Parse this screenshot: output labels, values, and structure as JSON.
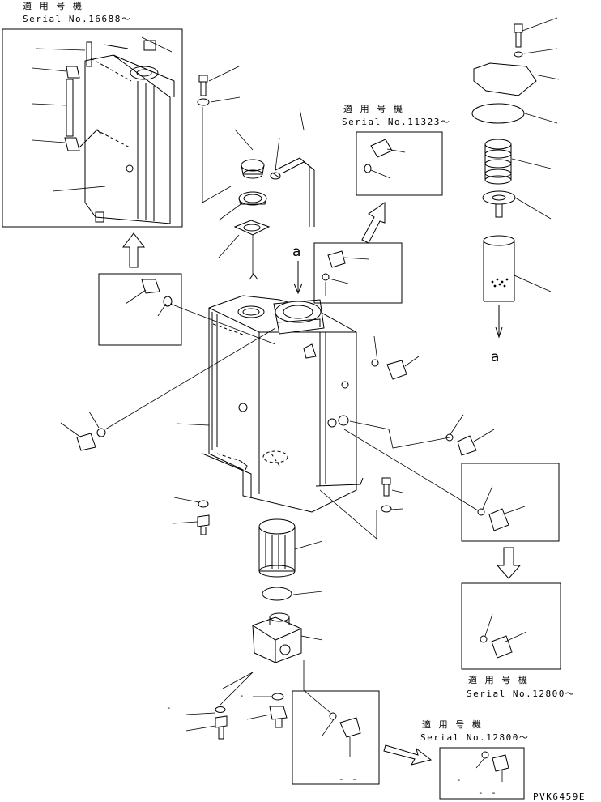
{
  "drawing": {
    "code": "PVK6459E",
    "callout_letter": "a",
    "serial_note_prefix": "適用号機"
  },
  "notes": [
    {
      "id": "n1",
      "jp": "適 用 号 機",
      "serial": "Serial No.16688～"
    },
    {
      "id": "n2",
      "jp": "適 用 号 機",
      "serial": "Serial No.11323～"
    },
    {
      "id": "n3",
      "jp": "適 用 号 機",
      "serial": "Serial No.12800～"
    },
    {
      "id": "n4",
      "jp": "適 用 号 機",
      "serial": "Serial No.12800～"
    }
  ],
  "labels": {
    "a_top": "a",
    "a_filter": "a",
    "dashes_bottom_left": "- -",
    "dashes_small": "-",
    "dashes_box": "- -",
    "dashes_detail": "-",
    "dashes_detail2": "- -"
  }
}
